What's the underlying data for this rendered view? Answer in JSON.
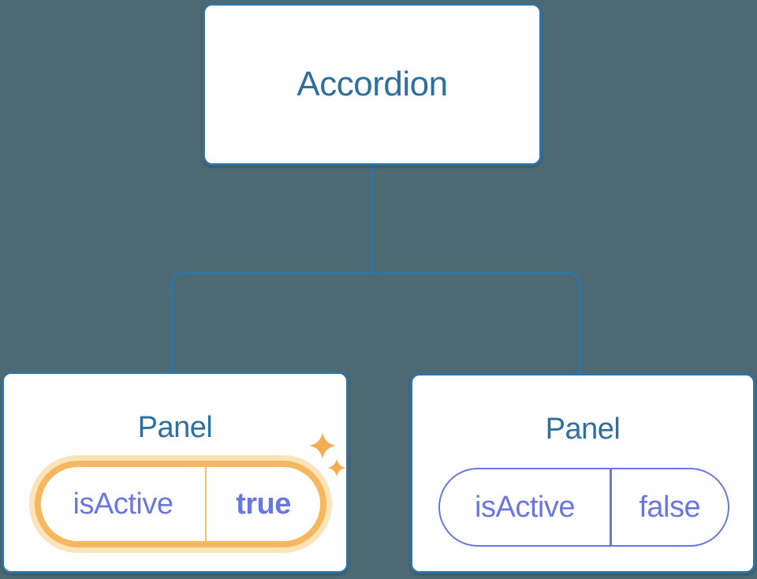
{
  "colors": {
    "background": "#4d6a73",
    "connector": "#3173a3",
    "node_bg": "#ffffff",
    "node_border": "#3173a3",
    "node_title": "#2e6f9e",
    "state_text": "#6b77e0",
    "state_value_active": "#5c68dc",
    "inactive_pill_border": "#6b77e0",
    "highlight_ring": "#f6b85e",
    "highlight_glow": "#fbe4ba",
    "highlight_divider": "#f7c06c",
    "sparkle": "#f5ad52"
  },
  "tree": {
    "root": {
      "label": "Accordion"
    },
    "children": [
      {
        "label": "Panel",
        "state": {
          "key": "isActive",
          "value": "true"
        },
        "highlighted": true
      },
      {
        "label": "Panel",
        "state": {
          "key": "isActive",
          "value": "false"
        },
        "highlighted": false
      }
    ]
  },
  "icons": {
    "sparkles": "four-point-stars"
  }
}
